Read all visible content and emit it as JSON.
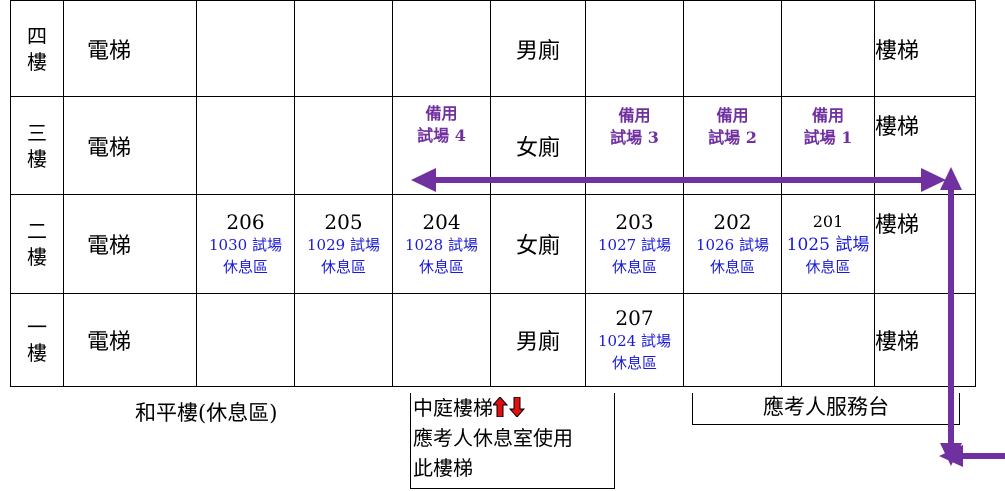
{
  "floors": [
    {
      "label": "四樓",
      "elevator": "電梯",
      "restroom": "男廁",
      "stairs": "樓梯"
    },
    {
      "label": "三樓",
      "elevator": "電梯",
      "restroom": "女廁",
      "stairs": "樓梯",
      "backup_rooms": [
        {
          "line1": "備用",
          "line2": "試場 4"
        },
        {
          "line1": "備用",
          "line2": "試場 3"
        },
        {
          "line1": "備用",
          "line2": "試場 2"
        },
        {
          "line1": "備用",
          "line2": "試場 1"
        }
      ]
    },
    {
      "label": "二樓",
      "elevator": "電梯",
      "restroom": "女廁",
      "stairs": "樓梯",
      "rooms": [
        {
          "number": "206",
          "exam": "1030 試場",
          "rest": "休息區"
        },
        {
          "number": "205",
          "exam": "1029 試場",
          "rest": "休息區"
        },
        {
          "number": "204",
          "exam": "1028 試場",
          "rest": "休息區"
        },
        {
          "number": "203",
          "exam": "1027 試場",
          "rest": "休息區"
        },
        {
          "number": "202",
          "exam": "1026 試場",
          "rest": "休息區"
        },
        {
          "number": "201",
          "exam": "1025 試場",
          "rest": "休息區"
        }
      ]
    },
    {
      "label": "一樓",
      "elevator": "電梯",
      "restroom": "男廁",
      "stairs": "樓梯",
      "rooms": [
        {
          "number": "207",
          "exam": "1024 試場",
          "rest": "休息區"
        }
      ]
    }
  ],
  "below": {
    "building": "和平樓(休息區)",
    "courtyard_stairs": "中庭樓梯",
    "courtyard_note_1": "應考人休息室使用",
    "courtyard_note_2": "此樓梯",
    "service_desk": "應考人服務台"
  },
  "colors": {
    "route_arrow": "#7030a0",
    "exam_text": "#1a1ad6",
    "updown_icon": "#e01010"
  },
  "icons": {
    "updown": "up-down-arrows-icon"
  }
}
